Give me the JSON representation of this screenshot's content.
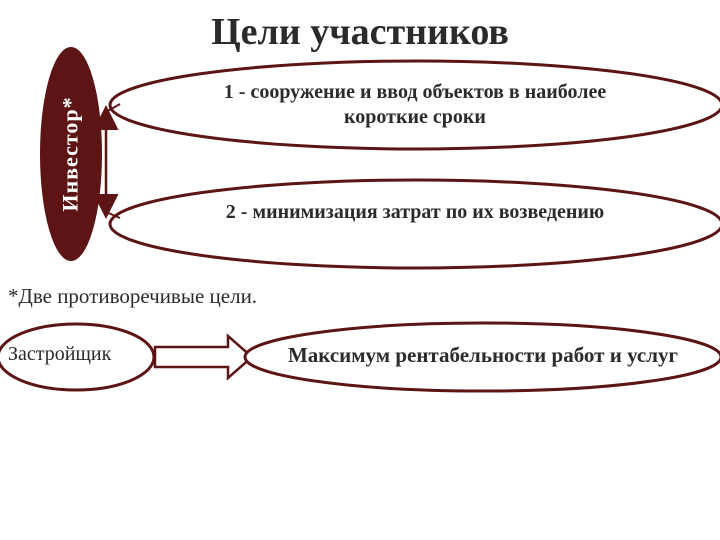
{
  "title": "Цели участников",
  "investor": {
    "label": "Инвестор*"
  },
  "goals": [
    {
      "text": "1 - сооружение и ввод объектов в наиболее короткие сроки"
    },
    {
      "text": "2 - минимизация затрат по их возведению"
    }
  ],
  "note": "*Две противоречивые цели.",
  "developer": {
    "label": "Застройщик",
    "goal": "Максимум рентабельности работ и услуг"
  },
  "colors": {
    "accent": "#5c1414",
    "text": "#2b2b2b",
    "background": "#ffffff"
  }
}
